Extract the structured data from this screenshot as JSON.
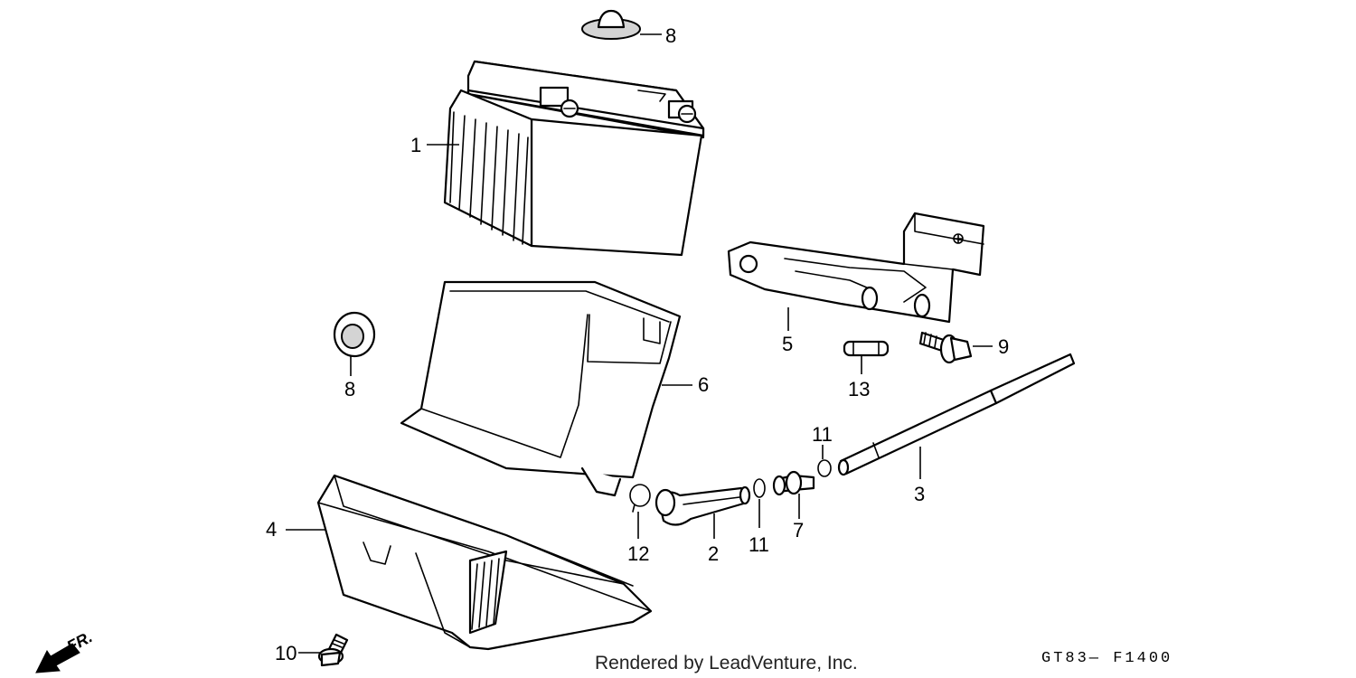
{
  "diagram": {
    "callouts": {
      "battery": "1",
      "tube_short": "2",
      "tube_long": "3",
      "lower_cover": "4",
      "bracket": "5",
      "battery_case": "6",
      "joint": "7",
      "cushion_top": "8",
      "cushion_left": "8",
      "bolt_right": "9",
      "bolt_bottom": "10",
      "clip_upper": "11",
      "clip_lower": "11",
      "clip_left": "12",
      "fuse": "13"
    },
    "direction_label": "FR.",
    "footer_credit": "Rendered by LeadVenture, Inc.",
    "diagram_code": "GT83— F1400"
  }
}
